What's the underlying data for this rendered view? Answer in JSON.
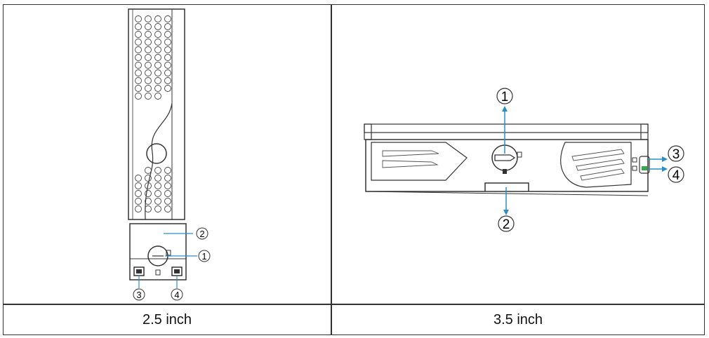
{
  "table": {
    "columns": [
      {
        "caption": "2.5 inch",
        "callouts": [
          "1",
          "2",
          "3",
          "4"
        ]
      },
      {
        "caption": "3.5 inch",
        "callouts": [
          "1",
          "2",
          "3",
          "4"
        ]
      }
    ]
  },
  "colors": {
    "line": "#333333",
    "callout_arrow": "#2a8fc4",
    "led": "#3aa84a"
  }
}
